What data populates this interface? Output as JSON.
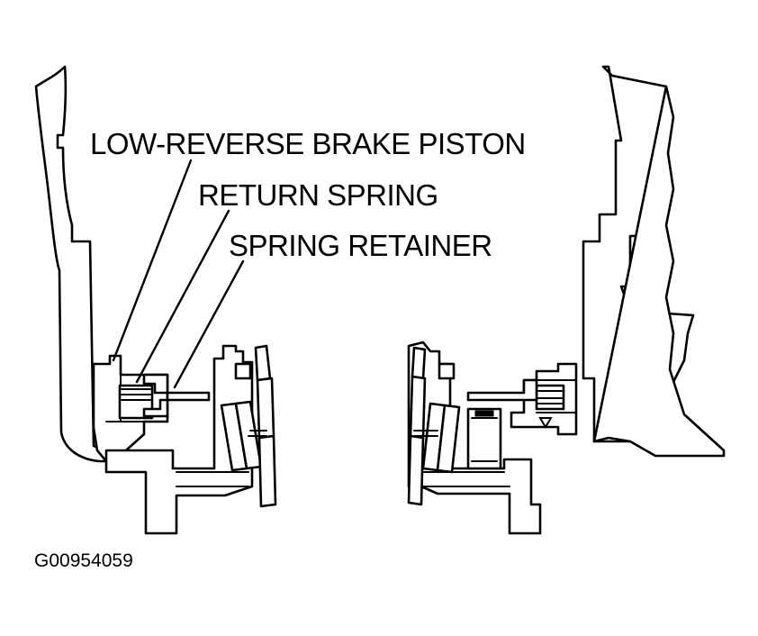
{
  "labels": {
    "piston": "LOW-REVERSE BRAKE PISTON",
    "return_spring": "RETURN SPRING",
    "spring_retainer": "SPRING RETAINER"
  },
  "figure_id": "G00954059"
}
